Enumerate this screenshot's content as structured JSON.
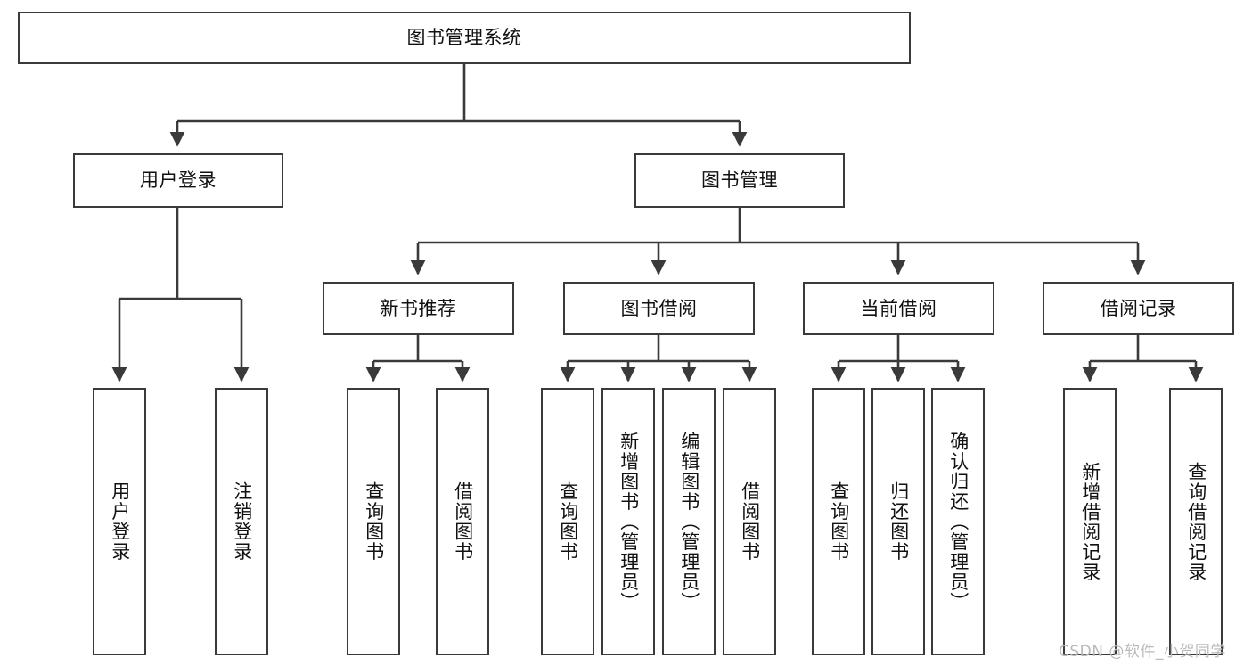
{
  "diagram": {
    "title": "图书管理系统",
    "watermark": "CSDN @软件_小贺同学",
    "stroke_color": "#3a3a3a",
    "text_color": "#111111",
    "background": "#ffffff"
  },
  "nodes": {
    "root": {
      "label": "图书管理系统"
    },
    "level2": [
      {
        "id": "user-login",
        "label": "用户登录"
      },
      {
        "id": "book-manage",
        "label": "图书管理"
      }
    ],
    "level3": [
      {
        "id": "new-book-recommend",
        "label": "新书推荐"
      },
      {
        "id": "book-borrow",
        "label": "图书借阅"
      },
      {
        "id": "current-borrow",
        "label": "当前借阅"
      },
      {
        "id": "borrow-record",
        "label": "借阅记录"
      }
    ],
    "leaves": {
      "user_login": [
        {
          "id": "leaf-user-login",
          "label": "用户登录"
        },
        {
          "id": "leaf-logout",
          "label": "注销登录"
        }
      ],
      "new_book_recommend": [
        {
          "id": "leaf-query-book-1",
          "label": "查询图书"
        },
        {
          "id": "leaf-borrow-book-1",
          "label": "借阅图书"
        }
      ],
      "book_borrow": [
        {
          "id": "leaf-query-book-2",
          "label": "查询图书"
        },
        {
          "id": "leaf-add-book",
          "label": "新增图书（管理员）"
        },
        {
          "id": "leaf-edit-book",
          "label": "编辑图书（管理员）"
        },
        {
          "id": "leaf-borrow-book-2",
          "label": "借阅图书"
        }
      ],
      "current_borrow": [
        {
          "id": "leaf-query-book-3",
          "label": "查询图书"
        },
        {
          "id": "leaf-return-book",
          "label": "归还图书"
        },
        {
          "id": "leaf-confirm-return",
          "label": "确认归还（管理员）"
        }
      ],
      "borrow_record": [
        {
          "id": "leaf-add-record",
          "label": "新增借阅记录"
        },
        {
          "id": "leaf-query-record",
          "label": "查询借阅记录"
        }
      ]
    }
  }
}
